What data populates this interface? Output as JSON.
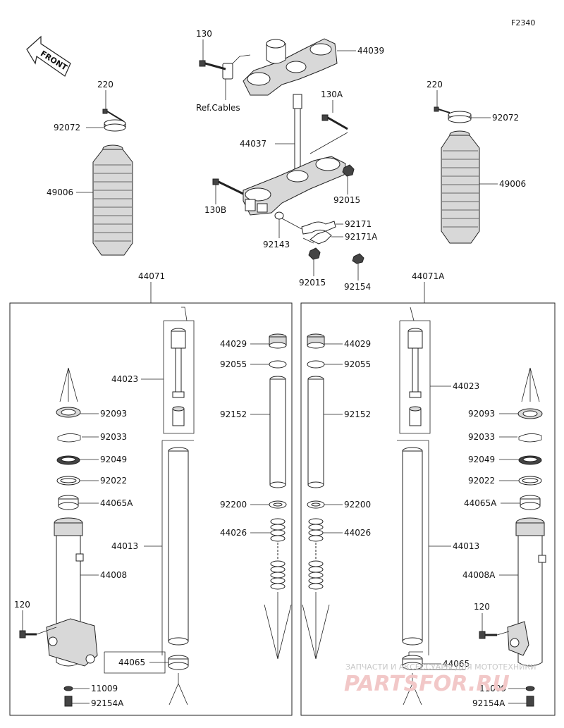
{
  "diagram_code": "F2340",
  "front_label": "FRONT",
  "ref_cables": "Ref.Cables",
  "labels": {
    "p130": "130",
    "p44039": "44039",
    "p220l": "220",
    "p92072l": "92072",
    "p130a": "130A",
    "p44037": "44037",
    "p49006l": "49006",
    "p220r": "220",
    "p92072r": "92072",
    "p49006r": "49006",
    "p130b": "130B",
    "p92015a": "92015",
    "p92171": "92171",
    "p92171a": "92171A",
    "p92143": "92143",
    "p92015b": "92015",
    "p92154": "92154",
    "p44071": "44071",
    "p44071a": "44071A",
    "l44029": "44029",
    "l92055": "92055",
    "l44023": "44023",
    "l92093": "92093",
    "l92152": "92152",
    "l92033": "92033",
    "l92049": "92049",
    "l92022": "92022",
    "l44065a": "44065A",
    "l92200": "92200",
    "l44026": "44026",
    "l44013": "44013",
    "l44008": "44008",
    "l120": "120",
    "l44065": "44065",
    "l11009": "11009",
    "l92154a": "92154A",
    "r44029": "44029",
    "r92055": "92055",
    "r44023": "44023",
    "r92093": "92093",
    "r92152": "92152",
    "r92033": "92033",
    "r92049": "92049",
    "r92022": "92022",
    "r44065a": "44065A",
    "r92200": "92200",
    "r44026": "44026",
    "r44013": "44013",
    "r44008a": "44008A",
    "r120": "120",
    "r44065": "44065",
    "r11009": "11009",
    "r92154a": "92154A"
  },
  "watermark": {
    "line1": "ЗАПЧАСТИ И АКСЕССУАРЫ ДЛЯ МОТОТЕХНИКИ",
    "line2": "PARTSFOR.RU"
  }
}
